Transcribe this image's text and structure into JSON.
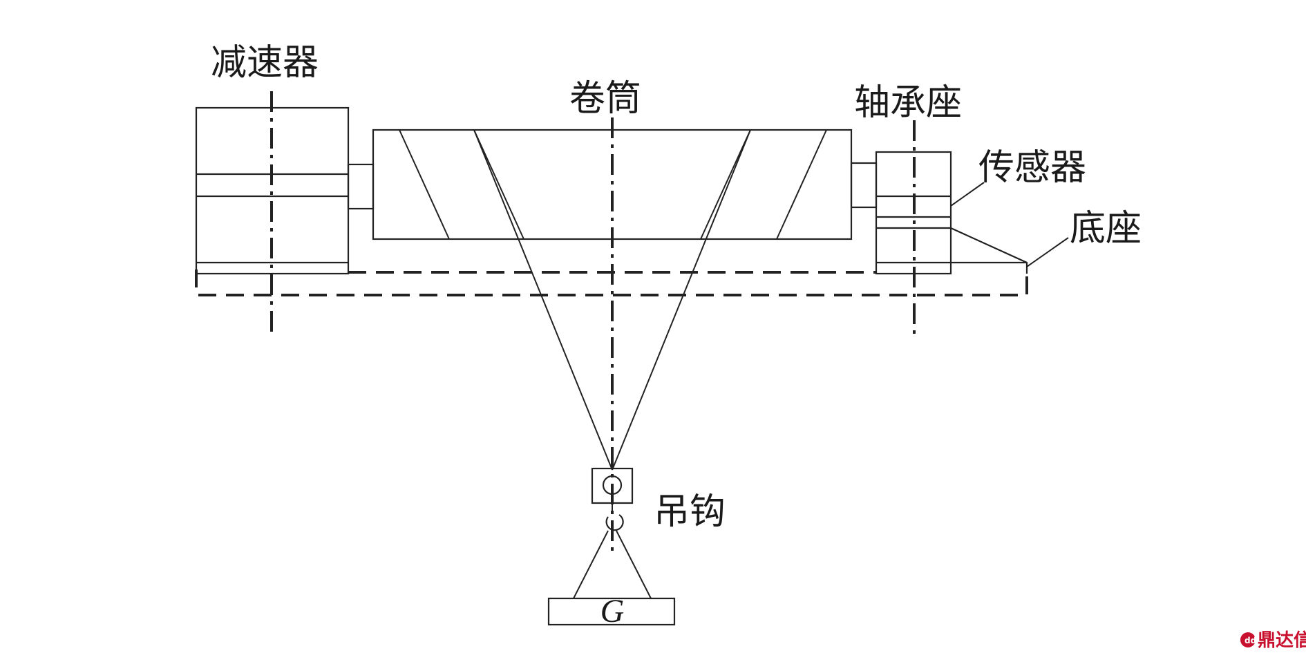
{
  "labels": {
    "reducer": "减速器",
    "drum": "卷筒",
    "bearing_seat": "轴承座",
    "sensor": "传感器",
    "base": "底座",
    "hook": "吊钩",
    "load": "G"
  },
  "watermark": {
    "text": "鼎达信",
    "color": "#c8102e"
  },
  "colors": {
    "stroke": "#222222",
    "text": "#1a1a1a",
    "background": "#ffffff"
  }
}
